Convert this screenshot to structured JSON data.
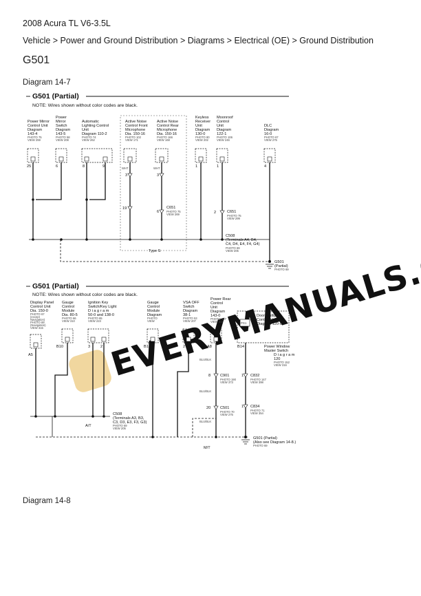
{
  "header": {
    "vehicle": "2008 Acura TL V6-3.5L",
    "breadcrumb": "Vehicle > Power and Ground Distribution > Diagrams > Electrical (OE) > Ground Distribution",
    "code": "G501"
  },
  "diagram_top": {
    "label": "Diagram 14-7",
    "section_title": "G501 (Partial)",
    "note": "NOTE: Wires shown without color codes are black.",
    "components": [
      {
        "l1": "Power Mirror",
        "l2": "Control Unit",
        "l3": "Diagram",
        "l4": "143-4",
        "p1": "PHOTO 75",
        "p2": "VIEW 259",
        "pin": "25"
      },
      {
        "l1": "Power",
        "l2": "Mirror",
        "l3": "Switch",
        "l4": "Diagram",
        "l5": "143-5",
        "p1": "PHOTO 58",
        "p2": "VIEW 208",
        "pin": "6"
      },
      {
        "l1": "Automatic",
        "l2": "Lighting Control",
        "l3": "Unit",
        "l4": "Diagram 110-2",
        "p1": "PHOTO 74",
        "p2": "VIEW 262",
        "pin": "8",
        "pin2": "9"
      },
      {
        "l1": "Active  Noise",
        "l2": "Control Front",
        "l3": "Microphone",
        "l4": "Dia. 150-16",
        "p1": "PHOTO 102",
        "p2": "VIEW 171",
        "pin": "3",
        "wire": "WHT",
        "pin2": "19"
      },
      {
        "l1": "Active Noise",
        "l2": "Control Rear",
        "l3": "Microphone",
        "l4": "Dia. 150-16",
        "p1": "PHOTO 166",
        "p2": "VIEW 168",
        "pin": "3",
        "wire": "WHT",
        "pin2": "6"
      },
      {
        "l1": "Keyless",
        "l2": "Receiver",
        "l3": "Unit",
        "l4": "Diagram",
        "l5": "130-0",
        "p1": "PHOTO 80",
        "p2": "VIEW 202",
        "pin": "1"
      },
      {
        "l1": "Moonroof",
        "l2": "Control",
        "l3": "Unit",
        "l4": "Diagram",
        "l5": "122-1",
        "p1": "PHOTO 106",
        "p2": "VIEW 246",
        "pin": "1",
        "pin2": "2"
      },
      {
        "l1": "DLC",
        "l2": "Diagram",
        "l3": "16-0",
        "p1": "PHOTO 67",
        "p2": "VIEW 275",
        "pin": "4"
      }
    ],
    "connectors": {
      "c651": {
        "name": "C651",
        "p1": "PHOTO 75",
        "p2": "VIEW 269"
      },
      "c651b": {
        "name": "C651",
        "p1": "PHOTO 75",
        "p2": "VIEW 299"
      },
      "c508": {
        "name": "C508",
        "l2": "(Terminals A4, B4,",
        "l3": "C4, D4, E4, F4, G4)",
        "p1": "PHOTO 69",
        "p2": "VIEW 205"
      },
      "g501": {
        "name": "G501",
        "l2": "(Partial)",
        "p1": "PHOTO 69"
      }
    },
    "type_label": "Type S"
  },
  "diagram_bottom": {
    "section_title": "G501 (Partial)",
    "note": "NOTE: Wires shown without color codes are black.",
    "components": [
      {
        "l1": "Display Panel",
        "l2": "Control Unit",
        "l3": "Dia. 150-0",
        "p1": "PHOTO 67",
        "p2": "(except",
        "p3": "Navigation)",
        "p4": "PHOTO 69",
        "p5": "(Navigation)",
        "p6": "VIEW 315",
        "pin": "A5"
      },
      {
        "l1": "Gauge",
        "l2": "Control",
        "l3": "Module",
        "l4": "Dia. 80-5",
        "p1": "PHOTO 66",
        "p2": "VIEW 310",
        "pin": "B10"
      },
      {
        "l1": "Ignition Key",
        "l2": "Switch/Key Light",
        "l3": "D i a g r a m",
        "l4": "50-0 and 138-0",
        "p1": "PHOTO 65",
        "p2": "VIEW 223",
        "pin": "3",
        "pin2": "2"
      },
      {
        "l1": "Gauge",
        "l2": "Control",
        "l3": "Module",
        "l4": "Diagram",
        "p1": "PHOTO",
        "p2": "VIEW",
        "pin": "B1"
      },
      {
        "l1": "VSA OFF",
        "l2": "Switch",
        "l3": "Diagram",
        "l4": "38-1",
        "p1": "PHOTO 53",
        "p2": "VIEW 207",
        "pin": "2"
      },
      {
        "l1": "Power Rear",
        "l2": "Control",
        "l3": "Unit",
        "l4": "Diagram",
        "l5": "143-0",
        "p1": "PHOTO 127",
        "p2": "VIEW 317",
        "pin": "A8"
      },
      {
        "l1": "Door Multiplex",
        "l2": "Control Unit",
        "l3": "Diagram 120-0",
        "tag": "PG1",
        "pin": "B14"
      },
      {
        "l1": "Power Window",
        "l2": "Master  Switch",
        "l3": "D i a g r a m",
        "l4": "120",
        "p1": "PHOTO 152",
        "p2": "VIEW 316"
      }
    ],
    "wires": {
      "w1": "BLU/BLK",
      "w2": "BLU/BLK",
      "w3": "BLU/BLK"
    },
    "connectors": {
      "c508": {
        "name": "C508",
        "l2": "(Terminals A3, B3,",
        "l3": "C3, D3, E3, F3, G3)",
        "p1": "PHOTO 69",
        "p2": "VIEW 205"
      },
      "c901": {
        "name": "C901",
        "pin": "8",
        "p1": "PHOTO 190",
        "p2": "VIEW 373"
      },
      "c501": {
        "name": "C501",
        "pin": "20",
        "p1": "PHOTO 70",
        "p2": "VIEW 275"
      },
      "c832": {
        "name": "C832",
        "pin": "1",
        "p1": "PHOTO 147",
        "p2": "VIEW 398"
      },
      "c834": {
        "name": "C834",
        "pin": "1",
        "p1": "PHOTO 71",
        "p2": "VIEW 354"
      },
      "g501": {
        "name": "G501 (Partial)",
        "l2": "(Also see Diagram 14-8.)",
        "p1": "PHOTO 69"
      }
    },
    "at_label": "A/T",
    "mt_label": "M/T"
  },
  "watermark": {
    "text": "EVERYMANUALS.COM",
    "color": "#d9d9d9",
    "logo_color": "#e9c27a"
  },
  "footer_label": "Diagram 14-8"
}
